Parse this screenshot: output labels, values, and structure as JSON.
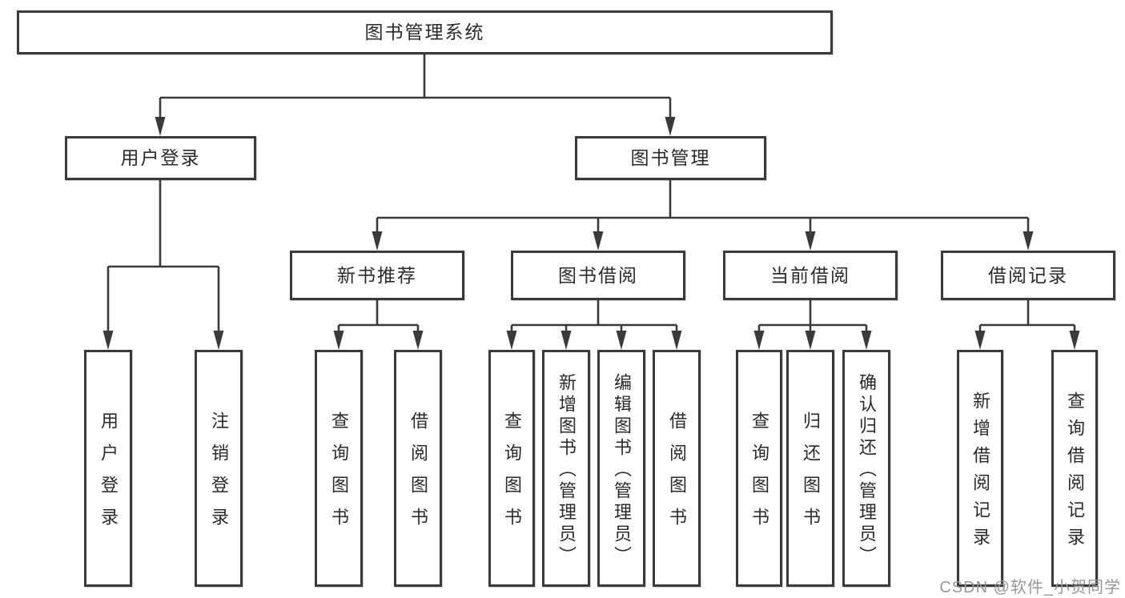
{
  "tree": {
    "root": "图书管理系统",
    "branches": [
      {
        "label": "用户登录",
        "children": [
          "用户登录",
          "注销登录"
        ]
      },
      {
        "label": "图书管理",
        "sections": [
          {
            "label": "新书推荐",
            "children": [
              "查询图书",
              "借阅图书"
            ]
          },
          {
            "label": "图书借阅",
            "children": [
              "查询图书",
              "新增图书（管理员）",
              "编辑图书（管理员）",
              "借阅图书"
            ]
          },
          {
            "label": "当前借阅",
            "children": [
              "查询图书",
              "归还图书",
              "确认归还（管理员）"
            ]
          },
          {
            "label": "借阅记录",
            "children": [
              "新增借阅记录",
              "查询借阅记录"
            ]
          }
        ]
      }
    ]
  },
  "watermark": "CSDN @软件_小贺同学",
  "colors": {
    "line": "#3a3a3a",
    "box_border": "#3a3a3a",
    "text": "#2a2a2a",
    "watermark": "#979797",
    "background": "#ffffff"
  }
}
